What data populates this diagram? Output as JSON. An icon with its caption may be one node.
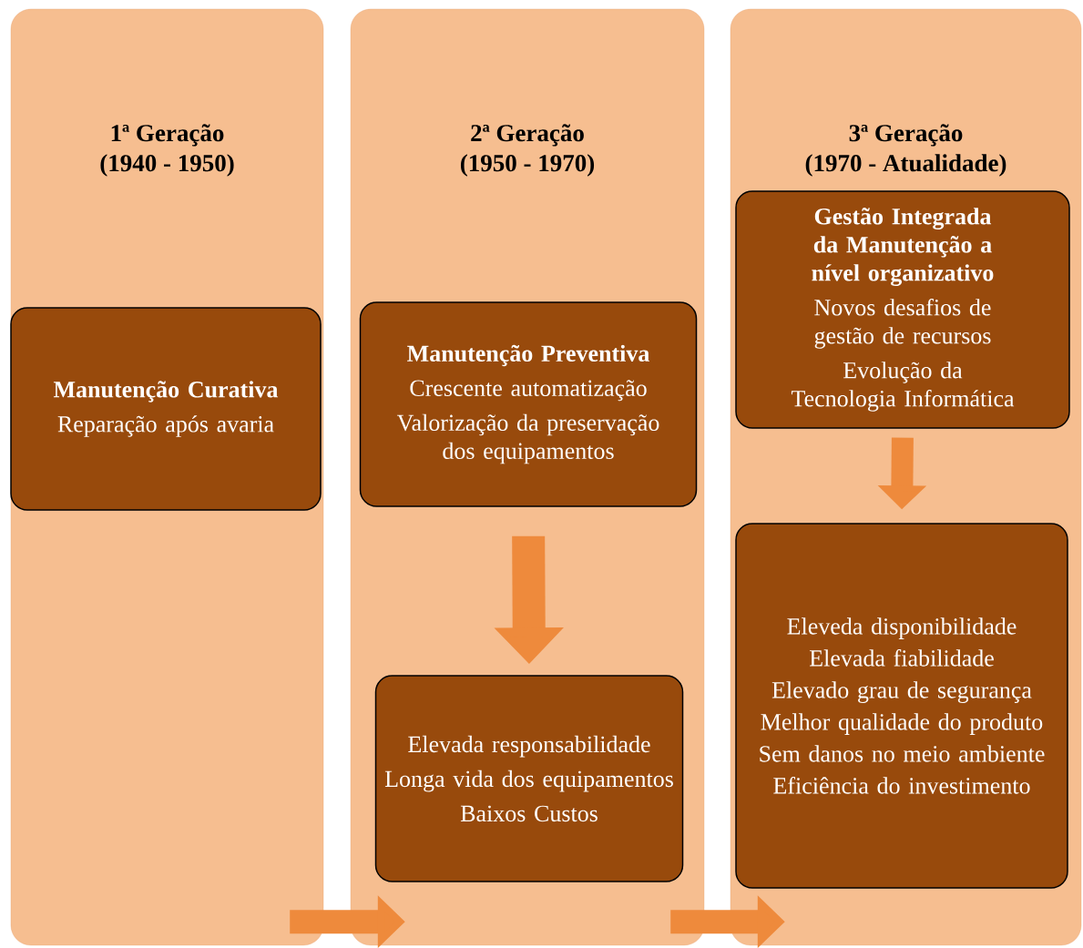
{
  "diagram": {
    "nodes": [
      {
        "text": [
          "1ª Geração",
          "(1940 - 1950)"
        ]
      },
      {
        "text": [
          "Manutenção Curativa",
          "Reparação após avaria"
        ],
        "in": 0
      },
      {
        "text": [
          "2ª Geração",
          "(1950 - 1970)"
        ]
      },
      {
        "text": [
          "Manutenção Preventiva",
          "Crescente automatização",
          "Valorização da preservação dos equipamentos"
        ],
        "in": 2
      },
      {
        "text": [
          "Elevada responsabilidade",
          "Longa vida dos equipamentos",
          "Baixos Custos"
        ],
        "in": 2
      },
      {
        "text": [
          "3ª Geração",
          "(1970 - Atualidade)"
        ]
      },
      {
        "text": [
          "Gestão Integrada da Manutenção a nível organizativo",
          "Novos desafios de gestão de recursos",
          "Evolução da Tecnologia Informática"
        ],
        "in": 5
      },
      {
        "text": [
          "Eleveda disponibilidade",
          "Elevada fiabilidade",
          "Elevado grau de segurança",
          "Melhor qualidade do produto",
          "Sem danos no meio ambiente",
          "Eficiência do investimento"
        ],
        "in": 5
      }
    ],
    "edges": [
      {
        "from": 3,
        "to": 4,
        "arrow": "to"
      },
      {
        "from": 6,
        "to": 7,
        "arrow": "to"
      },
      {
        "from": 0,
        "to": 2,
        "arrow": "to"
      },
      {
        "from": 2,
        "to": 5,
        "arrow": "to"
      }
    ]
  }
}
